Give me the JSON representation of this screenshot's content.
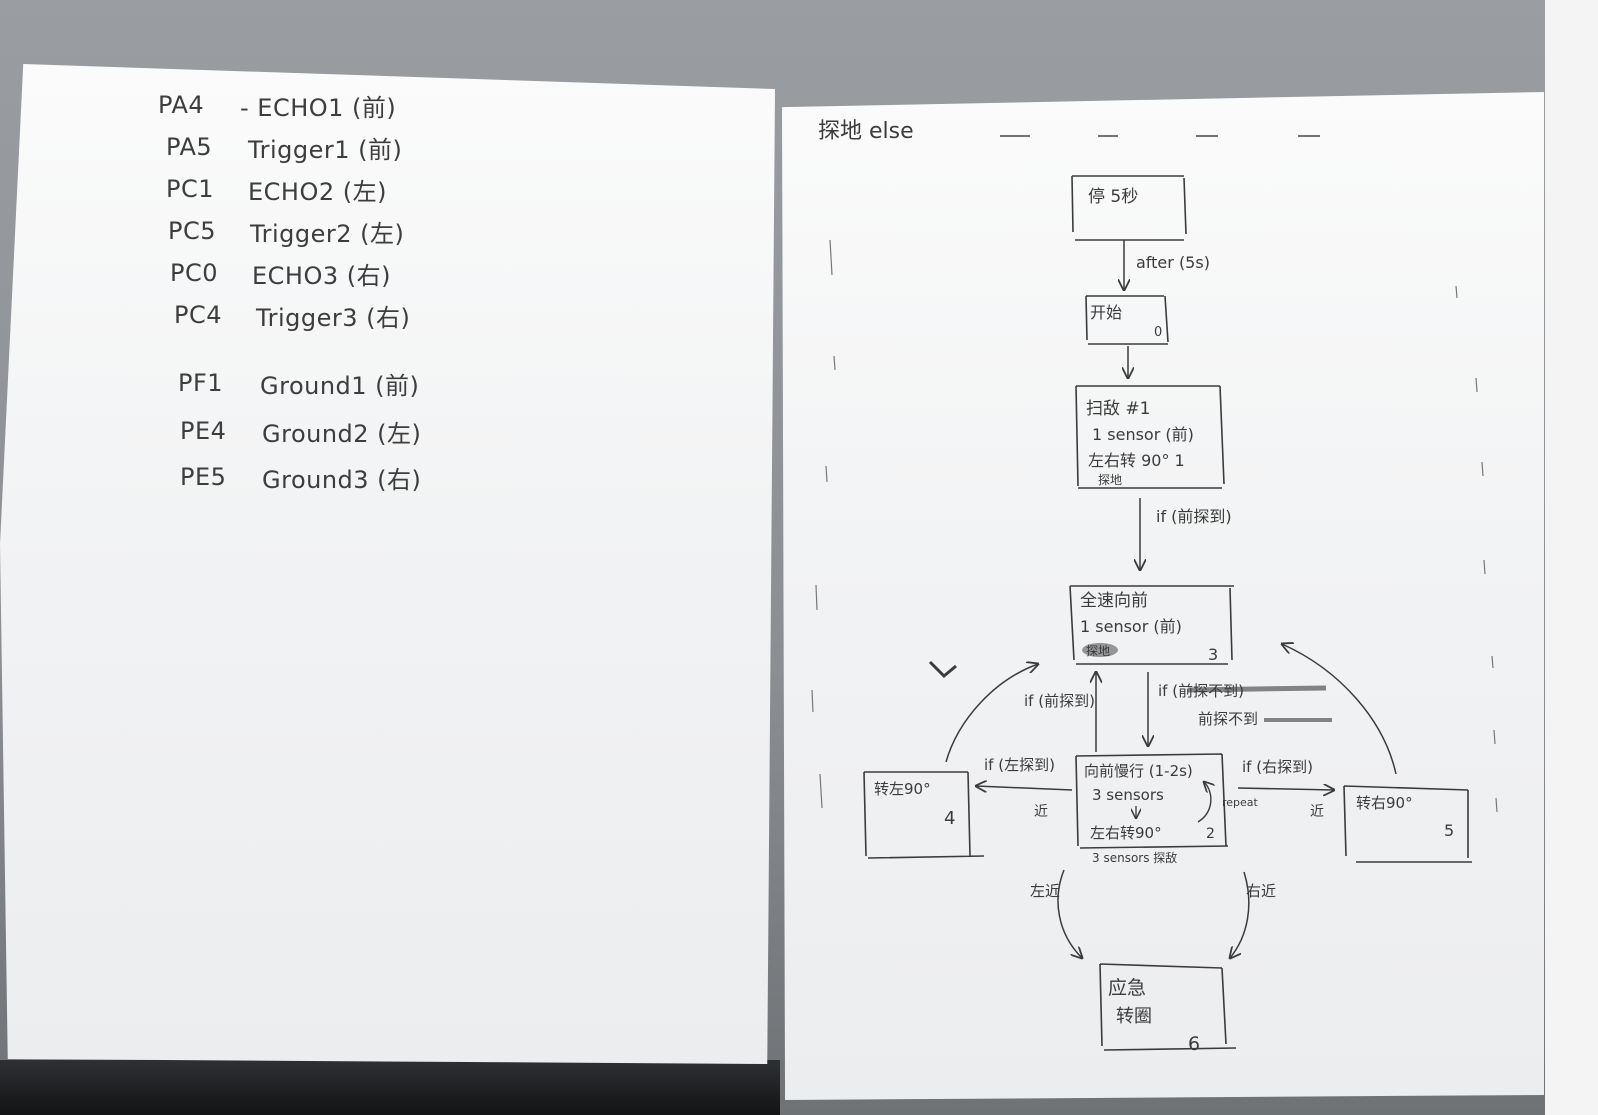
{
  "pin_sheet": {
    "rows": [
      {
        "pin": "PA4",
        "desc": "- ECHO1 (前)"
      },
      {
        "pin": "PA5",
        "desc": "Trigger1 (前)"
      },
      {
        "pin": "PC1",
        "desc": "ECHO2 (左)"
      },
      {
        "pin": "PC5",
        "desc": "Trigger2 (左)"
      },
      {
        "pin": "PC0",
        "desc": "ECHO3 (右)"
      },
      {
        "pin": "PC4",
        "desc": "Trigger3 (右)"
      },
      {
        "pin": "PF1",
        "desc": "Ground1 (前)"
      },
      {
        "pin": "PE4",
        "desc": "Ground2 (左)"
      },
      {
        "pin": "PE5",
        "desc": "Ground3 (右)"
      }
    ]
  },
  "flow_sheet": {
    "header": "探地 else",
    "states": {
      "wait": {
        "line1": "停 5秒"
      },
      "start": {
        "line1": "开始",
        "num": "0"
      },
      "search": {
        "line1": "扫敌 #1",
        "line2": "1 sensor (前)",
        "line3": "左右转 90° 1",
        "line4": "探地"
      },
      "forward": {
        "line1": "全速向前",
        "line2": "1 sensor (前)",
        "line3": "探地",
        "num": "3"
      },
      "slow": {
        "line1": "向前慢行 (1-2s)",
        "line2": "3 sensors",
        "line3": "左右转90°",
        "num": "2",
        "note": "3 sensors 探敌"
      },
      "turn_left": {
        "line1": "转左90°",
        "num": "4"
      },
      "turn_right": {
        "line1": "转右90°",
        "num": "5"
      },
      "emergency": {
        "line1": "应急",
        "line2": "转圈",
        "num": "6"
      }
    },
    "labels": {
      "after": "after (5s)",
      "front_detect": "if (前探到)",
      "front_detect_2": "if (前探到)",
      "front_not_detect": "if (前探不到)",
      "front_not_detect_2": "前探不到",
      "left_detect": "if (左探到)",
      "right_detect": "if (右探到)",
      "left_near_small": "近",
      "right_near_small": "近",
      "repeat": "repeat",
      "left_near": "左近",
      "right_near": "右近",
      "scribble_mark": "探地"
    }
  }
}
